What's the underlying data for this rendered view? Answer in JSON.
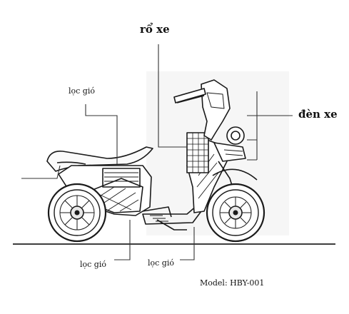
{
  "labels": {
    "ro_xe": "rổ xe",
    "den_xe": "đèn xe",
    "loc_gio_upper": "lọc gió",
    "loc_gio_lower_left": "lọc gió",
    "loc_gio_lower_right": "lọc gió"
  },
  "model_text": "Model: HBY-001"
}
